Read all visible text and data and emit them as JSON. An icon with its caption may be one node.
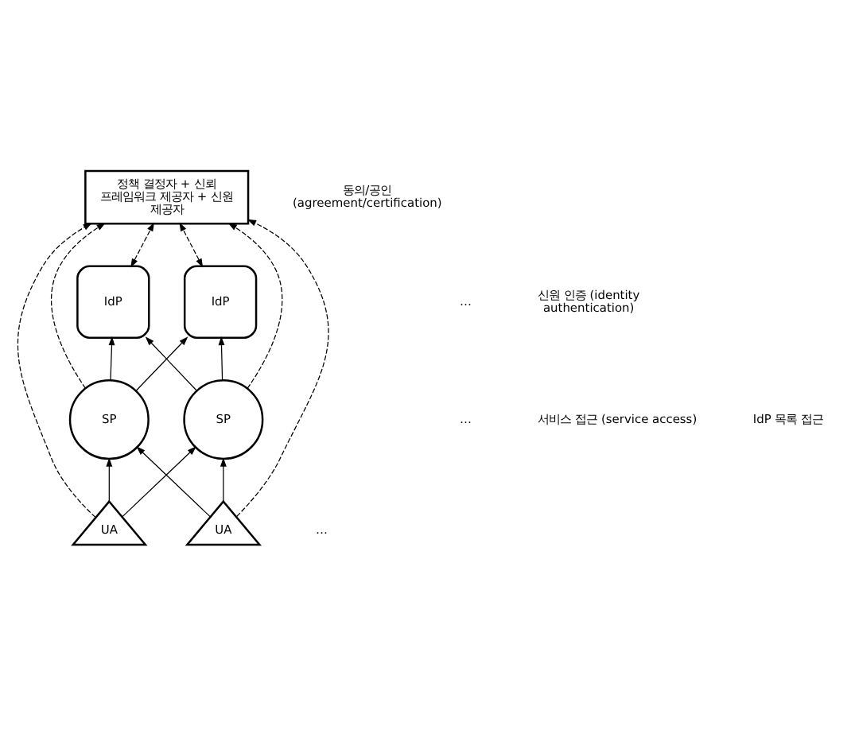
{
  "diagram": {
    "nodes": [
      {
        "text": [
          "정책 결정자 + 신뢰 프레임워크 제공자 + 신원 제공자"
        ]
      },
      {
        "text": [
          "IdP"
        ]
      },
      {
        "text": [
          "IdP"
        ]
      },
      {
        "text": [
          "SP"
        ]
      },
      {
        "text": [
          "SP"
        ]
      },
      {
        "text": [
          "UA"
        ]
      },
      {
        "text": [
          "UA"
        ]
      }
    ],
    "edges": [
      {
        "from": 1,
        "to": 0,
        "arrow": "both",
        "style": "dashed"
      },
      {
        "from": 2,
        "to": 0,
        "arrow": "both",
        "style": "dashed"
      },
      {
        "from": 3,
        "to": 1,
        "arrow": "to"
      },
      {
        "from": 3,
        "to": 2,
        "arrow": "to"
      },
      {
        "from": 4,
        "to": 1,
        "arrow": "to"
      },
      {
        "from": 4,
        "to": 2,
        "arrow": "to"
      },
      {
        "from": 5,
        "to": 3,
        "arrow": "to"
      },
      {
        "from": 5,
        "to": 4,
        "arrow": "to"
      },
      {
        "from": 6,
        "to": 3,
        "arrow": "to"
      },
      {
        "from": 6,
        "to": 4,
        "arrow": "to"
      },
      {
        "from": 5,
        "to": 0,
        "arrow": "to",
        "style": "dashed"
      },
      {
        "from": 3,
        "to": 0,
        "arrow": "to",
        "style": "dashed"
      },
      {
        "from": 6,
        "to": 0,
        "arrow": "to",
        "style": "dashed"
      },
      {
        "from": 4,
        "to": 0,
        "arrow": "to",
        "style": "dashed"
      }
    ],
    "labels": [
      "동의/공인 (agreement/certification)",
      "…",
      "신원 인증 (identity authentication)",
      "…",
      "서비스 접근 (service access)",
      "…",
      "IdP 목록 접근"
    ]
  }
}
